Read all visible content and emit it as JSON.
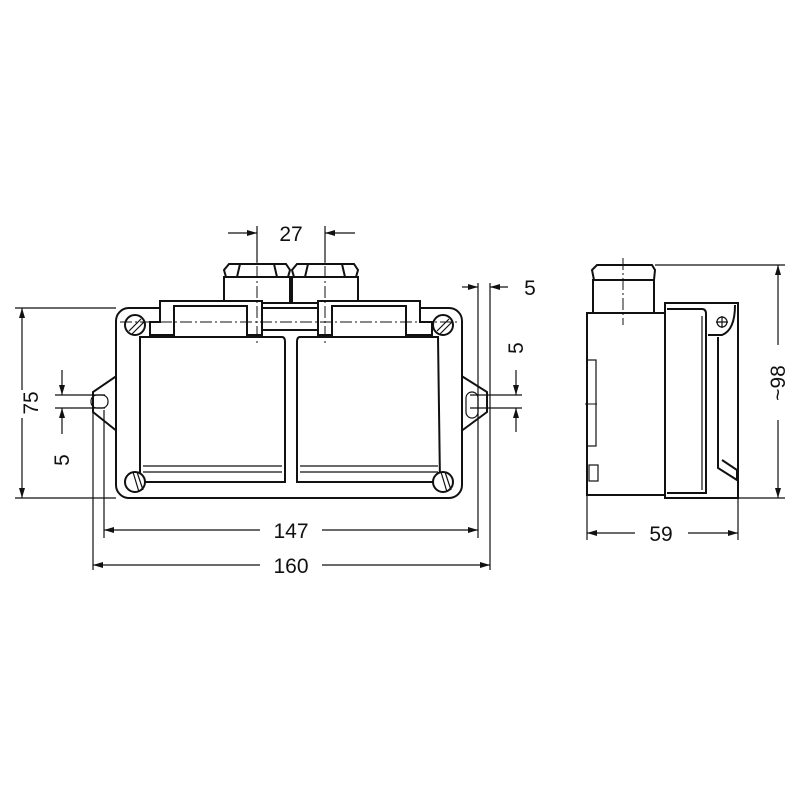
{
  "title": "Double socket outlet dimension drawing",
  "dimensions": {
    "gland_spacing": "27",
    "ear_offset": "5",
    "ear_hole_right": "5",
    "height": "75",
    "ear_hole_left": "5",
    "mounting_width": "147",
    "overall_width": "160",
    "depth": "59",
    "overall_height": "~98"
  },
  "colors": {
    "line": "#111111",
    "background": "#ffffff"
  }
}
